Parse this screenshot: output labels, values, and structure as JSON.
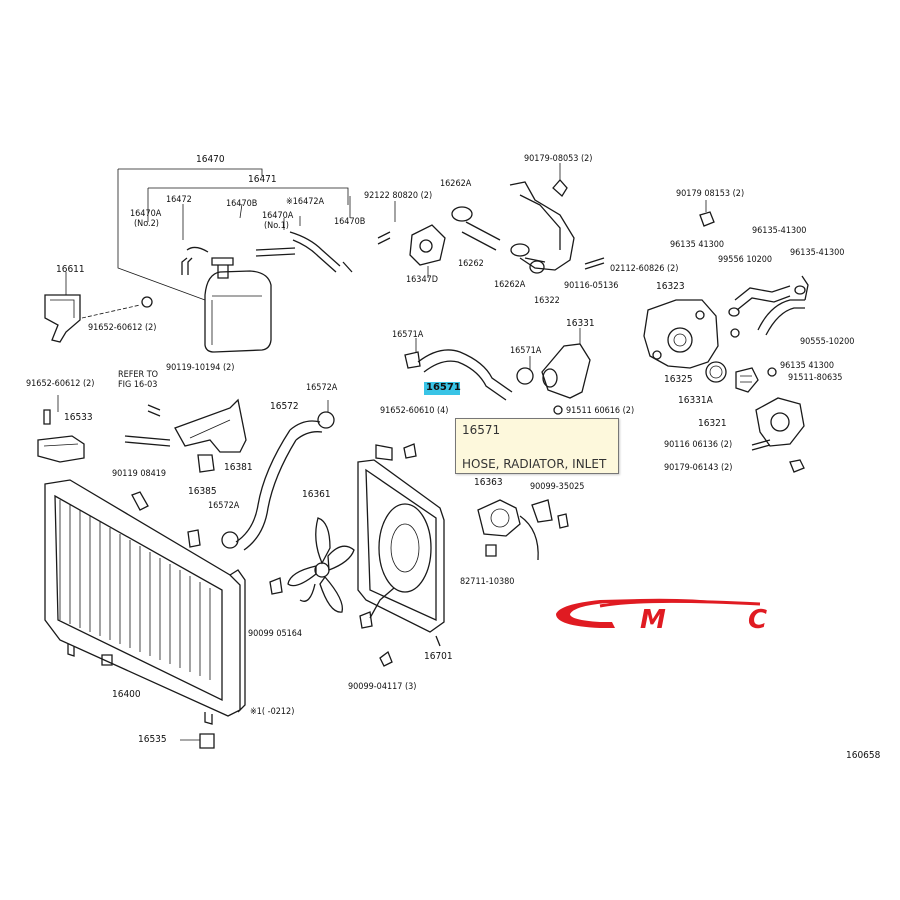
{
  "labels": {
    "p16470": "16470",
    "p16471": "16471",
    "p16472": "16472",
    "p16470B_a": "16470B",
    "p16470B_b": "16470B",
    "p16470A_a": "16470A",
    "p16470A_b": "16470A",
    "p16472A": "※16472A",
    "no_a": "(No.2)",
    "no_b": "(No.1)",
    "p16611": "16611",
    "b91652_a": "91652-60612 (2)",
    "p92122": "92122  80820 (2)",
    "p16262A_a": "16262A",
    "p16262": "16262",
    "p16262A_b": "16262A",
    "p16347": "16347D",
    "p90179_a": "90179-08053 (2)",
    "p16322": "16322",
    "p90116_a": "90116-05136",
    "p02112": "02112-60826 (2)",
    "p90179_b": "90179  08153 (2)",
    "p96135_a": "96135  41300",
    "p96135_b": "96135-41300",
    "p99556": "99556  10200",
    "p96135_c": "96135-41300",
    "p16323": "16323",
    "p90555": "90555-10200",
    "p96135_d": "96135  41300",
    "p91511_a": "91511-80635",
    "p16325": "16325",
    "p16331A": "16331A",
    "p16321": "16321",
    "p90116_b": "90116  06136 (2)",
    "p90179_c": "90179-06143 (2)",
    "p16571A_a": "16571A",
    "p16571A_b": "16571A",
    "p16331": "16331",
    "p91511_b": "91511  60616 (2)",
    "p91652_b": "91652-60610 (4)",
    "p90119_a": "90119-10194 (2)",
    "refer": "REFER TO",
    "refer2": "FIG 16-03",
    "p91652_c": "91652-60612 (2)",
    "p16572A_a": "16572A",
    "p16572": "16572",
    "p16533": "16533",
    "p90119_b": "90119  08419",
    "p16381": "16381",
    "p16385": "16385",
    "p16572A_b": "16572A",
    "p16361": "16361",
    "p16363": "16363",
    "p90099_a": "90099-35025",
    "p82711": "82711-10380",
    "p90099_b": "90099  05164",
    "p16701": "16701",
    "p90099_c": "90099-04117 (3)",
    "p16400": "16400",
    "footnote": "※1(     -0212)",
    "p16535": "16535",
    "figure_no": "160658"
  },
  "highlight": {
    "part_number": "16571"
  },
  "tooltip": {
    "part_number": "16571",
    "part_name": "HOSE, RADIATOR, INLET"
  },
  "logo": {
    "text": "CMC",
    "color": "#e01b22"
  },
  "colors": {
    "highlight": "#39c4e6",
    "tooltip_bg": "#fdf8dc"
  }
}
